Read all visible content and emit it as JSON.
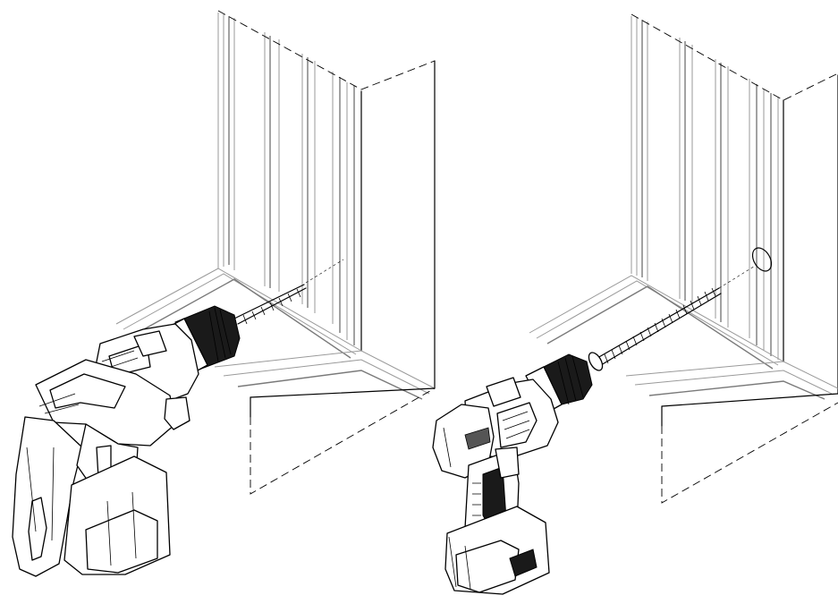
{
  "panels": [
    {
      "tool": "hammer-drill",
      "action": "drilling-into-window-frame"
    },
    {
      "tool": "cordless-drill-driver",
      "action": "driving-screw-into-window-frame"
    }
  ],
  "colors": {
    "line": "#000000",
    "frame_gray": "#9a9a9a",
    "background": "#ffffff"
  }
}
